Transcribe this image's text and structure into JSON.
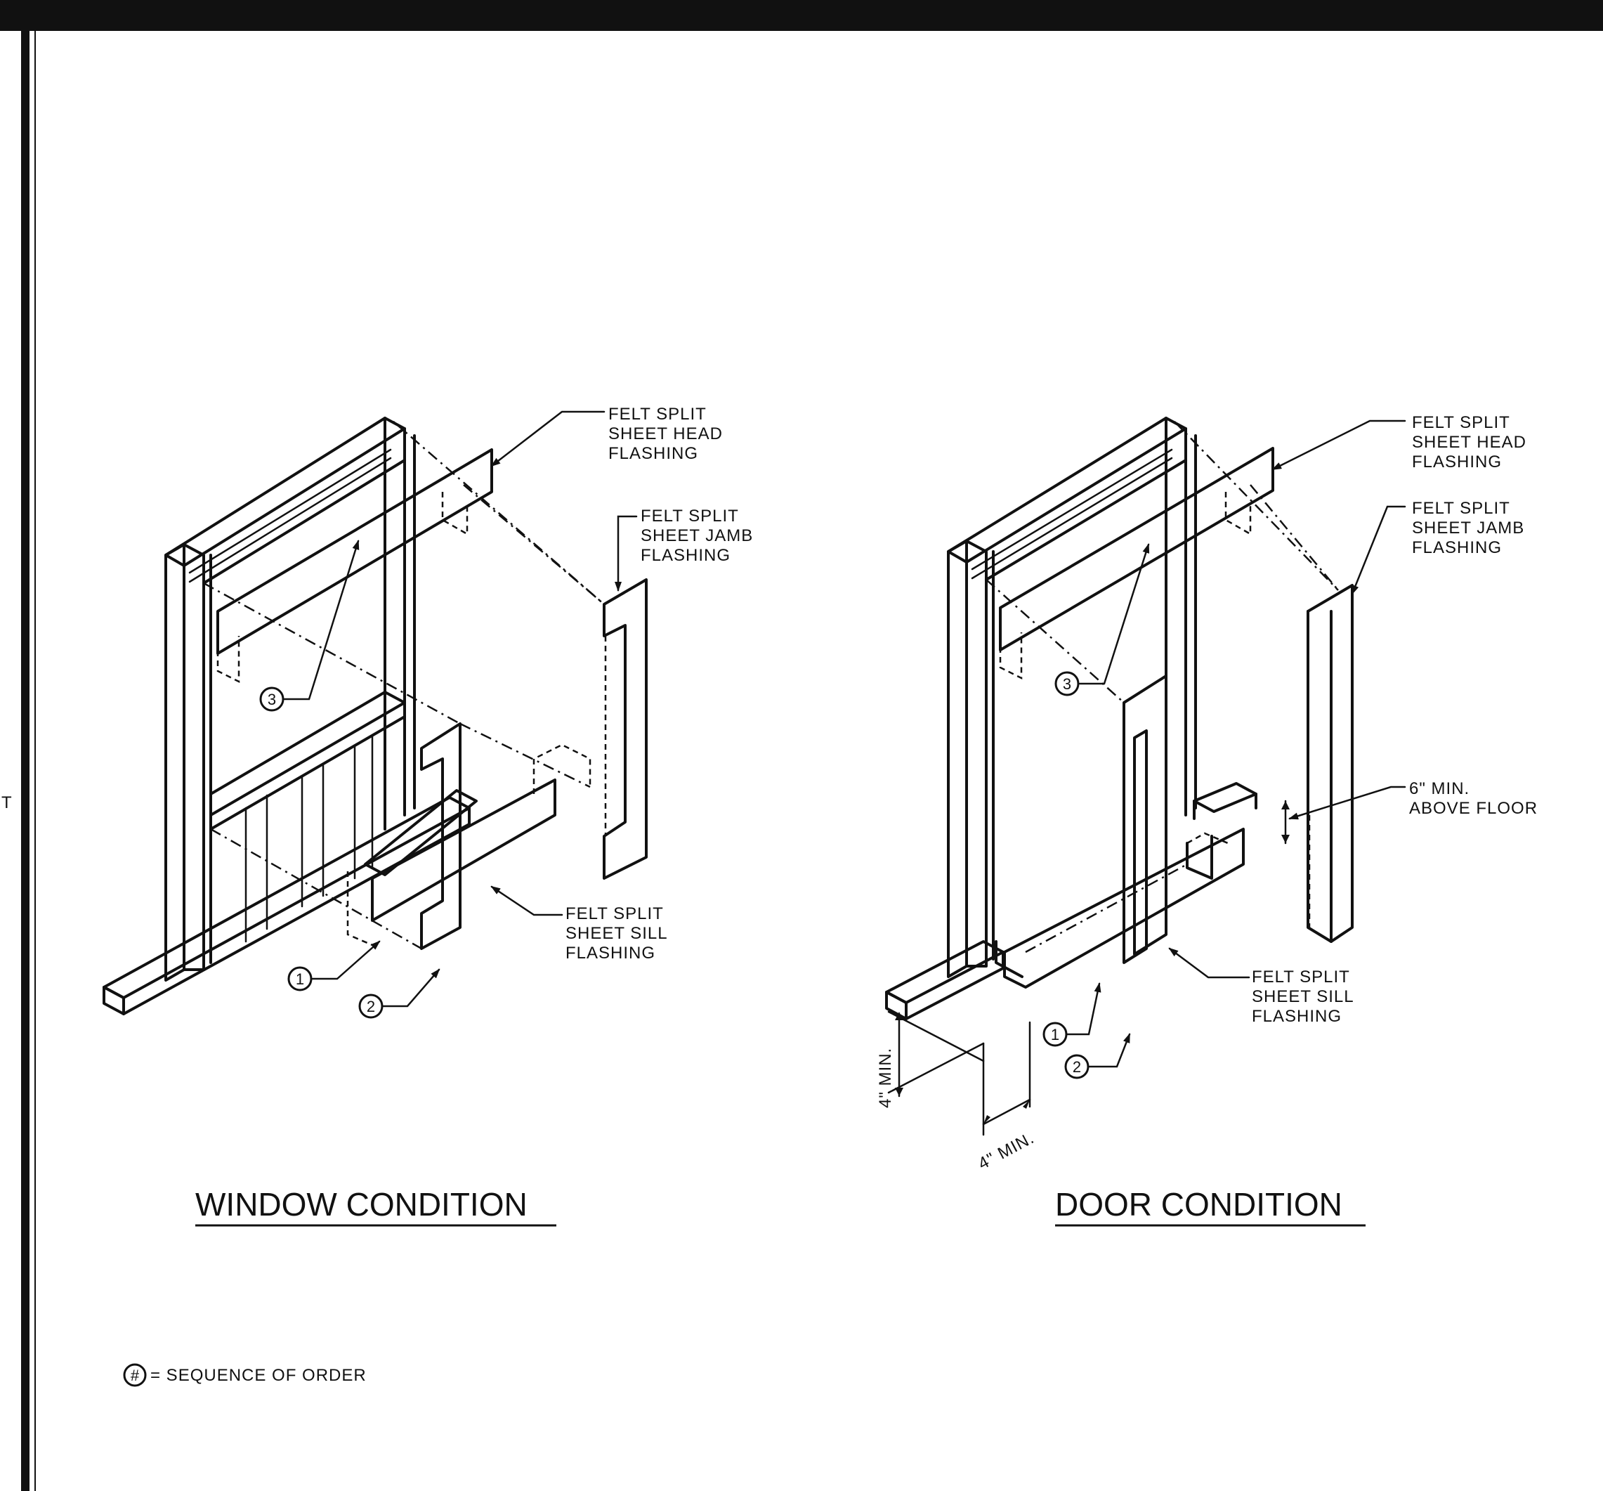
{
  "window_view": {
    "title": "WINDOW CONDITION",
    "head_note": [
      "FELT SPLIT",
      "SHEET HEAD",
      "FLASHING"
    ],
    "jamb_note": [
      "FELT SPLIT",
      "SHEET JAMB",
      "FLASHING"
    ],
    "sill_note": [
      "FELT SPLIT",
      "SHEET SILL",
      "FLASHING"
    ],
    "bubbles": [
      "1",
      "2",
      "3"
    ]
  },
  "door_view": {
    "title": "DOOR CONDITION",
    "head_note": [
      "FELT SPLIT",
      "SHEET HEAD",
      "FLASHING"
    ],
    "jamb_note": [
      "FELT SPLIT",
      "SHEET JAMB",
      "FLASHING"
    ],
    "floor_note": [
      "6\" MIN.",
      "ABOVE FLOOR"
    ],
    "sill_note": [
      "FELT SPLIT",
      "SHEET SILL",
      "FLASHING"
    ],
    "dim_vertical": "4\" MIN.",
    "dim_horizontal": "4\" MIN.",
    "bubbles": [
      "1",
      "2",
      "3"
    ]
  },
  "legend": {
    "symbol": "#",
    "text": "= SEQUENCE OF ORDER"
  },
  "margin_fragment": "T"
}
